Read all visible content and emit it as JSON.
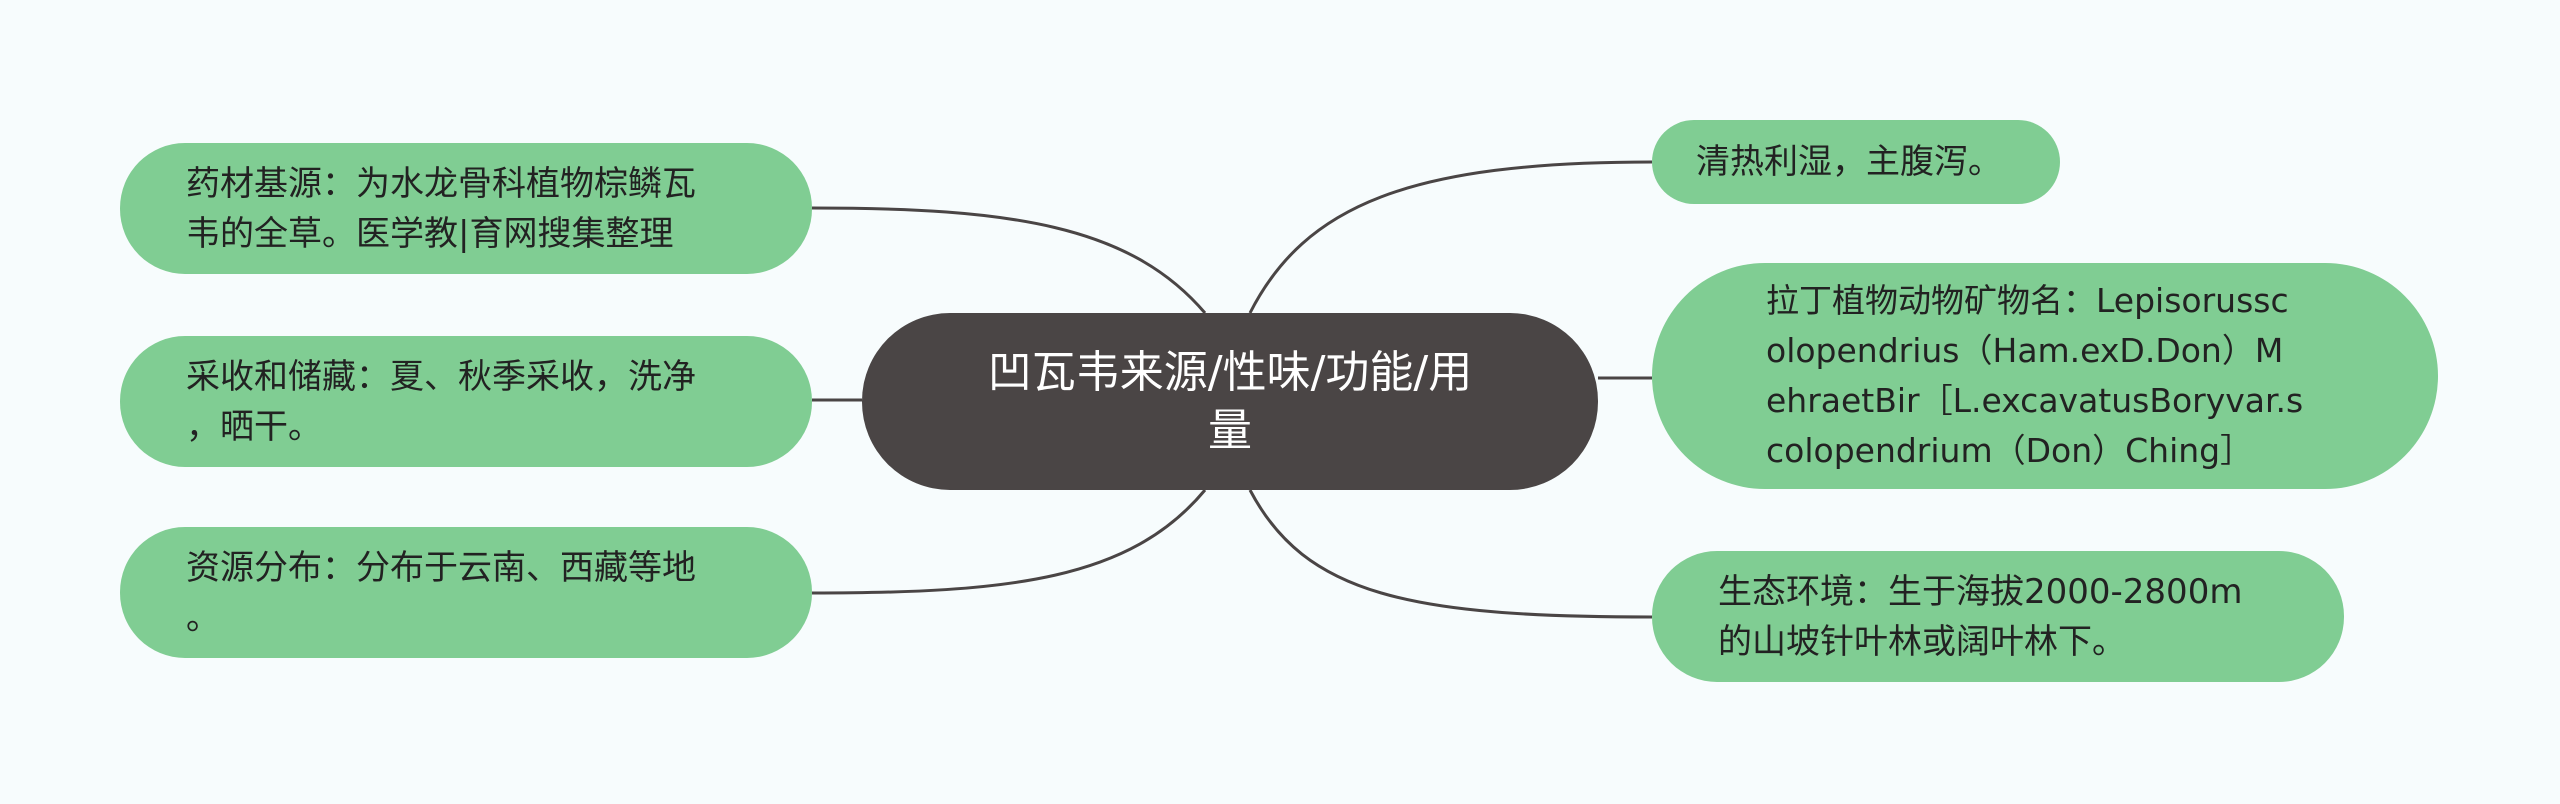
{
  "central": {
    "text": "凹瓦韦来源/性味/功能/用\n量"
  },
  "nodes": {
    "source": "药材基源：为水龙骨科植物棕鳞瓦\n韦的全草。医学教|育网搜集整理",
    "harvest": "采收和储藏：夏、秋季采收，洗净\n，晒干。",
    "distribution": "资源分布：分布于云南、西藏等地\n。",
    "function": "清热利湿，主腹泻。",
    "latin": "拉丁植物动物矿物名：Lepisorussc\nolopendrius（Ham.exD.Don）M\nehraetBir［L.excavatusBoryvar.s\ncolopendrium（Don）Ching］",
    "habitat": "生态环境：生于海拔2000-2800m\n的山坡针叶林或阔叶林下。"
  },
  "colors": {
    "background": "#f7fcfd",
    "central_fill": "#4a4545",
    "branch_fill": "#80cd93",
    "connector": "#4a4545"
  }
}
